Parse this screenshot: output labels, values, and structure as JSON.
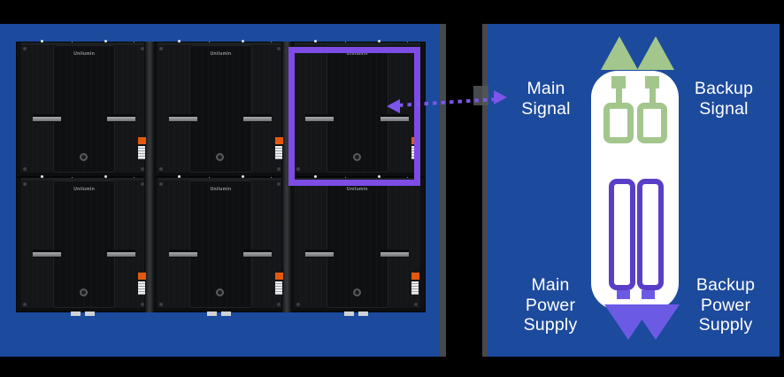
{
  "colors": {
    "background": "#000000",
    "panel_blue": "#1C4A9D",
    "panel_edge_gray": "#46494C",
    "highlight_purple": "#7C4CE4",
    "arrow_purple": "#7D55EA",
    "signal_green": "#A3C68C",
    "power_purple_dark": "#5A3EC8",
    "power_purple_light": "#6B5BE4",
    "pill_white": "#FFFFFF",
    "connector_orange": "#E2590E",
    "cabinet_dark": "#17181B"
  },
  "cabinet_wall": {
    "brand": "Unilumin",
    "rows": 2,
    "cols": 3,
    "highlighted_cabinet": "top-right"
  },
  "diagram": {
    "main_signal": {
      "line1": "Main",
      "line2": "Signal"
    },
    "backup_signal": {
      "line1": "Backup",
      "line2": "Signal"
    },
    "main_power_supply": {
      "line1": "Main",
      "line2": "Power",
      "line3": "Supply"
    },
    "backup_power_supply": {
      "line1": "Backup",
      "line2": "Power",
      "line3": "Supply"
    }
  }
}
